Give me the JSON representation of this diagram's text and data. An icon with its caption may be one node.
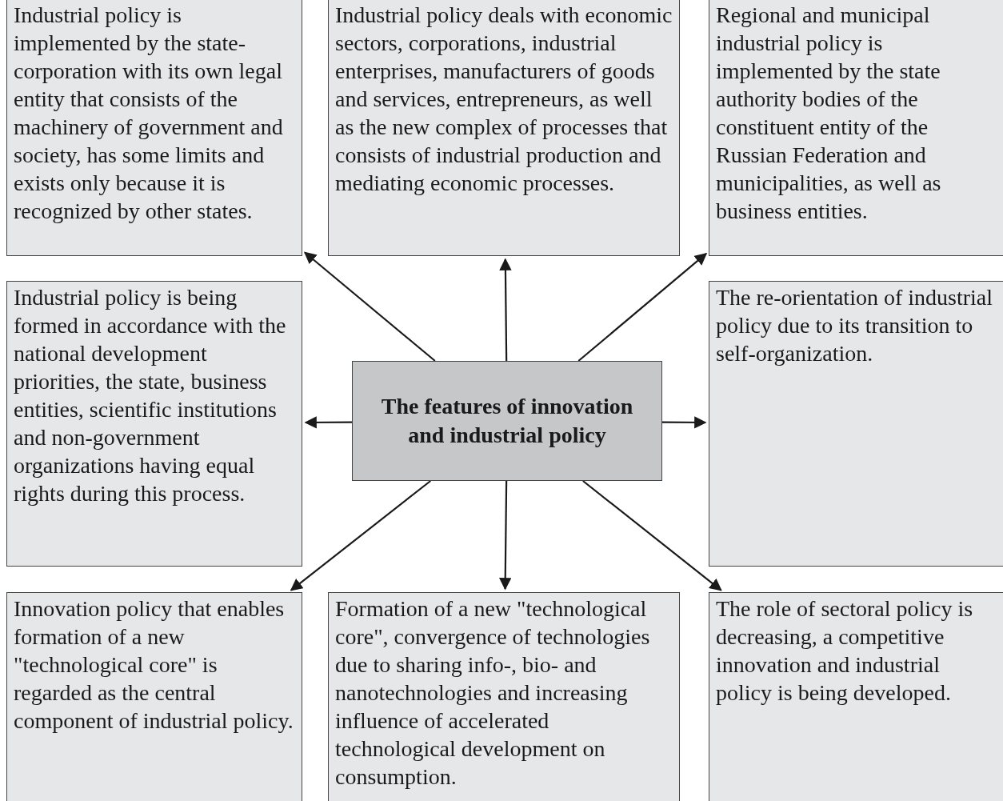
{
  "diagram": {
    "nodes": [
      {
        "text": [
          "Industrial policy is implemented by the state-corporation with its own legal entity that consists of the machinery of government and society, has some limits and exists only because it is recognized by other states."
        ]
      },
      {
        "text": [
          "Industrial policy deals with economic sectors, corporations, industrial enterprises, manufacturers of goods and services, entrepreneurs, as well as the new complex of processes that consists of industrial production and mediating economic processes."
        ]
      },
      {
        "text": [
          "Regional and municipal industrial policy is implemented by the state authority bodies of the constituent entity of the Russian Federation and municipalities, as well as business entities."
        ]
      },
      {
        "text": [
          "Industrial policy is being formed in accordance with the national development priorities, the state, business entities, scientific institutions and non-government organizations having equal rights during this process."
        ]
      },
      {
        "text": [
          "The features of innovation and industrial policy"
        ]
      },
      {
        "text": [
          "The re-orientation of industrial policy due to its transition to self-organization."
        ]
      },
      {
        "text": [
          "Innovation policy that enables formation of a new \"technological core\" is regarded as the central component of industrial policy."
        ]
      },
      {
        "text": [
          "Formation of a new \"technological core\", convergence of technologies due to sharing info-, bio- and nanotechnologies and increasing influence of accelerated technological development on consumption."
        ]
      },
      {
        "text": [
          "The role of sectoral policy is decreasing, a competitive innovation and industrial policy is being developed."
        ]
      }
    ],
    "edges": [
      {
        "from": 4,
        "to": 0,
        "arrow": "to"
      },
      {
        "from": 4,
        "to": 1,
        "arrow": "to"
      },
      {
        "from": 4,
        "to": 2,
        "arrow": "to"
      },
      {
        "from": 4,
        "to": 3,
        "arrow": "to"
      },
      {
        "from": 4,
        "to": 5,
        "arrow": "to"
      },
      {
        "from": 4,
        "to": 6,
        "arrow": "to"
      },
      {
        "from": 4,
        "to": 7,
        "arrow": "to"
      },
      {
        "from": 4,
        "to": 8,
        "arrow": "to"
      }
    ]
  }
}
